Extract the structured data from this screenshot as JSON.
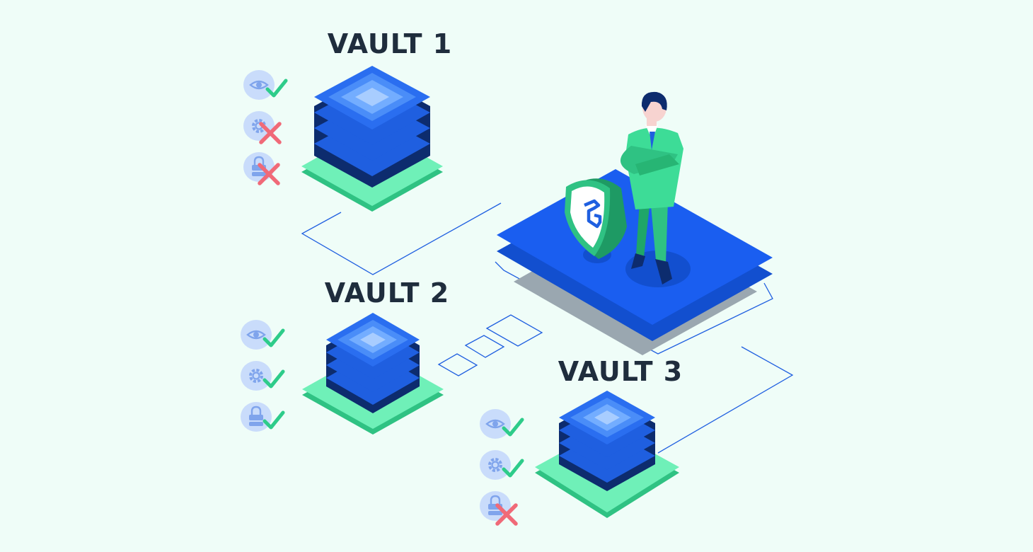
{
  "colors": {
    "background": "#effdf8",
    "server_blue": "#1f5fe0",
    "server_dark": "#0d2c6e",
    "base_green": "#3ddc97",
    "check_green": "#2ecc8a",
    "cross_red": "#f06a78",
    "platform_blue": "#1a5ef0",
    "icon_bubble": "#c9dcfb"
  },
  "vaults": [
    {
      "title": "VAULT 1",
      "permissions": [
        {
          "icon": "eye-icon",
          "status": "granted"
        },
        {
          "icon": "gear-icon",
          "status": "denied"
        },
        {
          "icon": "lock-icon",
          "status": "denied"
        }
      ]
    },
    {
      "title": "VAULT 2",
      "permissions": [
        {
          "icon": "eye-icon",
          "status": "granted"
        },
        {
          "icon": "gear-icon",
          "status": "granted"
        },
        {
          "icon": "lock-icon",
          "status": "granted"
        }
      ]
    },
    {
      "title": "VAULT 3",
      "permissions": [
        {
          "icon": "eye-icon",
          "status": "granted"
        },
        {
          "icon": "gear-icon",
          "status": "granted"
        },
        {
          "icon": "lock-icon",
          "status": "denied"
        }
      ]
    }
  ],
  "central": {
    "figure": "security-officer",
    "shield_icon": "shield-logo-icon"
  }
}
